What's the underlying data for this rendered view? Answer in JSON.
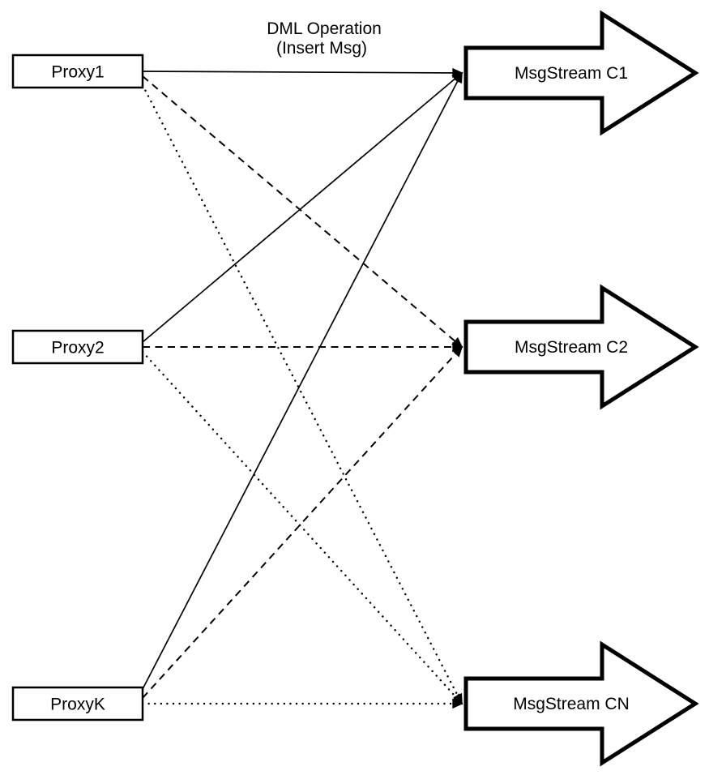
{
  "diagram": {
    "annotation": {
      "line1": "DML Operation",
      "line2": "(Insert Msg)"
    },
    "proxies": [
      {
        "label": "Proxy1"
      },
      {
        "label": "Proxy2"
      },
      {
        "label": "ProxyK"
      }
    ],
    "streams": [
      {
        "label": "MsgStream C1"
      },
      {
        "label": "MsgStream C2"
      },
      {
        "label": "MsgStream CN"
      }
    ],
    "edges": [
      {
        "from": "Proxy1",
        "to": "MsgStream C1",
        "line_style": "solid"
      },
      {
        "from": "Proxy1",
        "to": "MsgStream C2",
        "line_style": "dashed"
      },
      {
        "from": "Proxy1",
        "to": "MsgStream CN",
        "line_style": "dotted"
      },
      {
        "from": "Proxy2",
        "to": "MsgStream C1",
        "line_style": "solid"
      },
      {
        "from": "Proxy2",
        "to": "MsgStream C2",
        "line_style": "dashed"
      },
      {
        "from": "Proxy2",
        "to": "MsgStream CN",
        "line_style": "dotted"
      },
      {
        "from": "ProxyK",
        "to": "MsgStream C1",
        "line_style": "solid"
      },
      {
        "from": "ProxyK",
        "to": "MsgStream C2",
        "line_style": "dashed"
      },
      {
        "from": "ProxyK",
        "to": "MsgStream CN",
        "line_style": "dotted"
      }
    ],
    "colors": {
      "stroke": "#000000",
      "fill": "#ffffff"
    }
  }
}
